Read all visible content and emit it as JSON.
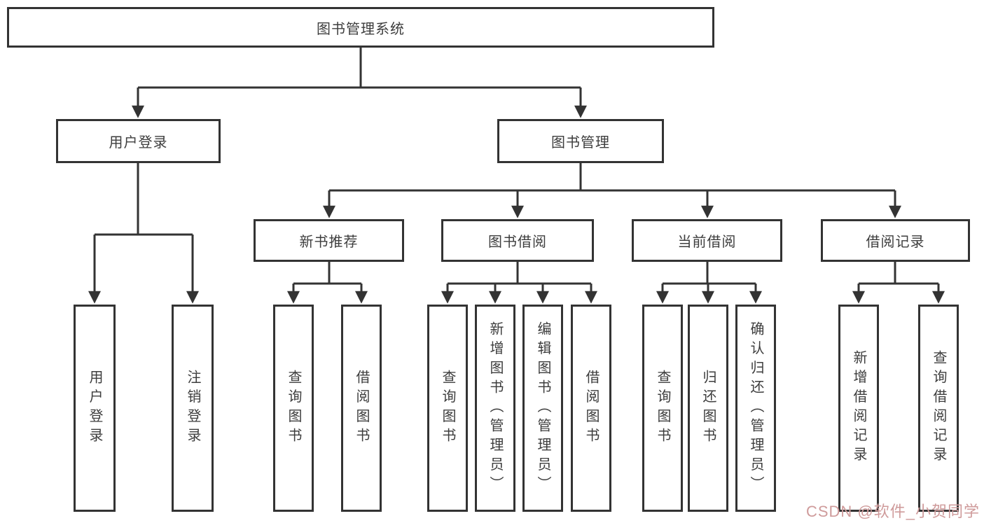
{
  "diagram": {
    "root_label": "图书管理系统",
    "branches": [
      {
        "label": "用户登录",
        "children": [
          {
            "label": "用户登录"
          },
          {
            "label": "注销登录"
          }
        ]
      },
      {
        "label": "图书管理",
        "children": [
          {
            "label": "新书推荐",
            "children": [
              {
                "label": "查询图书"
              },
              {
                "label": "借阅图书"
              }
            ]
          },
          {
            "label": "图书借阅",
            "children": [
              {
                "label": "查询图书"
              },
              {
                "label": "新增图书（管理员）"
              },
              {
                "label": "编辑图书（管理员）"
              },
              {
                "label": "借阅图书"
              }
            ]
          },
          {
            "label": "当前借阅",
            "children": [
              {
                "label": "查询图书"
              },
              {
                "label": "归还图书"
              },
              {
                "label": "确认归还（管理员）"
              }
            ]
          },
          {
            "label": "借阅记录",
            "children": [
              {
                "label": "新增借阅记录"
              },
              {
                "label": "查询借阅记录"
              }
            ]
          }
        ]
      }
    ],
    "colors": {
      "line": "#333333",
      "box_border": "#333333",
      "box_fill": "#ffffff",
      "text": "#3d3d3d",
      "watermark": "#cf9b9b"
    }
  },
  "watermark": {
    "text": "CSDN @软件_小贺同学"
  }
}
